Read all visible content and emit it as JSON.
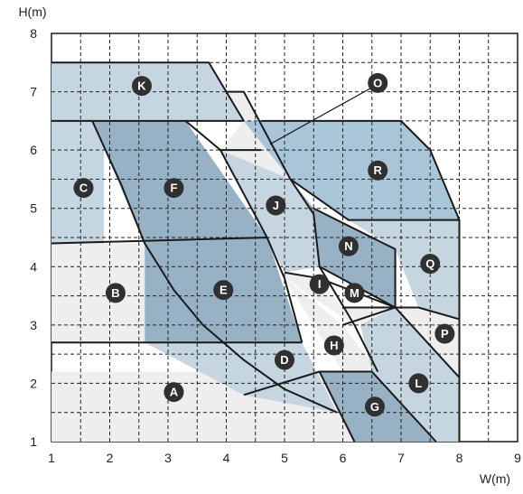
{
  "axes": {
    "x_label": "W(m)",
    "y_label": "H(m)",
    "x_ticks": [
      "1",
      "2",
      "3",
      "4",
      "5",
      "6",
      "7",
      "8",
      "9"
    ],
    "y_ticks": [
      "1",
      "2",
      "3",
      "4",
      "5",
      "6",
      "7",
      "8"
    ]
  },
  "palette": {
    "fill_light": "#eeeeee",
    "fill_mid": "#c5d6e1",
    "fill_dark": "#97b2c5",
    "fill_accent": "#a9c5d8",
    "outline": "#1a1a1a",
    "marker": "#303030"
  },
  "regions": [
    {
      "id": "A",
      "fill": "fill_light",
      "points": [
        [
          1,
          1
        ],
        [
          8,
          1
        ],
        [
          8,
          2.2
        ],
        [
          1,
          2.2
        ]
      ]
    },
    {
      "id": "B",
      "fill": "fill_light",
      "points": [
        [
          1,
          2.7
        ],
        [
          2.6,
          2.7
        ],
        [
          2.6,
          4.4
        ],
        [
          1,
          4.4
        ]
      ]
    },
    {
      "id": "C",
      "fill": "fill_mid",
      "points": [
        [
          1,
          4.4
        ],
        [
          1.9,
          4.4
        ],
        [
          1.9,
          6.5
        ],
        [
          1,
          6.5
        ]
      ]
    },
    {
      "id": "K",
      "fill": "fill_mid",
      "points": [
        [
          1,
          6.5
        ],
        [
          1,
          7.5
        ],
        [
          3.7,
          7.5
        ],
        [
          4.3,
          6.5
        ]
      ]
    },
    {
      "id": "F",
      "fill": "fill_dark",
      "points": [
        [
          1.7,
          6.5
        ],
        [
          3.3,
          6.5
        ],
        [
          4.7,
          4.5
        ],
        [
          2.6,
          4.4
        ]
      ]
    },
    {
      "id": "E",
      "fill": "fill_dark",
      "points": [
        [
          2.6,
          4.4
        ],
        [
          4.7,
          4.5
        ],
        [
          5.3,
          2.7
        ],
        [
          2.6,
          2.7
        ]
      ]
    },
    {
      "id": "D",
      "fill": "fill_mid",
      "points": [
        [
          2.6,
          2.7
        ],
        [
          5.3,
          2.7
        ],
        [
          5.9,
          1.5
        ],
        [
          4.3,
          1.8
        ]
      ]
    },
    {
      "id": "J",
      "fill": "fill_mid",
      "points": [
        [
          3.9,
          6.0
        ],
        [
          5.1,
          5.5
        ],
        [
          5.5,
          4.9
        ],
        [
          5.6,
          4.0
        ],
        [
          5.0,
          3.9
        ],
        [
          4.7,
          4.5
        ]
      ]
    },
    {
      "id": "I",
      "fill": "fill_light",
      "points": [
        [
          5.0,
          3.9
        ],
        [
          5.6,
          3.8
        ],
        [
          6.2,
          3.0
        ],
        [
          5.0,
          3.8
        ]
      ]
    },
    {
      "id": "H",
      "fill": "fill_light",
      "points": [
        [
          5.0,
          3.8
        ],
        [
          6.0,
          3.0
        ],
        [
          6.6,
          2.2
        ],
        [
          6.0,
          2.2
        ]
      ]
    },
    {
      "id": "N",
      "fill": "fill_dark",
      "points": [
        [
          5.1,
          5.5
        ],
        [
          5.5,
          5.0
        ],
        [
          6.9,
          4.3
        ],
        [
          6.9,
          3.3
        ],
        [
          5.6,
          4.0
        ],
        [
          5.5,
          4.9
        ]
      ]
    },
    {
      "id": "M",
      "fill": "fill_light",
      "points": [
        [
          6.0,
          3.3
        ],
        [
          6.9,
          3.3
        ],
        [
          6.3,
          3.0
        ]
      ]
    },
    {
      "id": "O",
      "fill": "fill_light",
      "points": [
        [
          4.0,
          7.0
        ],
        [
          4.3,
          7.0
        ],
        [
          5.1,
          5.5
        ],
        [
          3.9,
          6.0
        ],
        [
          4.3,
          6.5
        ]
      ]
    },
    {
      "id": "R",
      "fill": "fill_accent",
      "points": [
        [
          4.6,
          6.5
        ],
        [
          7.0,
          6.5
        ],
        [
          7.5,
          6.0
        ],
        [
          8.0,
          4.8
        ],
        [
          6.1,
          4.8
        ],
        [
          5.1,
          5.5
        ],
        [
          4.3,
          6.5
        ]
      ]
    },
    {
      "id": "Q",
      "fill": "fill_mid",
      "points": [
        [
          6.1,
          4.8
        ],
        [
          8.0,
          4.8
        ],
        [
          8.0,
          3.1
        ],
        [
          7.3,
          3.3
        ],
        [
          6.9,
          4.3
        ]
      ]
    },
    {
      "id": "P",
      "fill": "fill_light",
      "points": [
        [
          6.9,
          3.3
        ],
        [
          7.3,
          3.3
        ],
        [
          8.0,
          3.1
        ],
        [
          8.0,
          2.1
        ]
      ]
    },
    {
      "id": "L",
      "fill": "fill_mid",
      "points": [
        [
          6.3,
          3.0
        ],
        [
          6.9,
          3.3
        ],
        [
          8.0,
          2.1
        ],
        [
          8.0,
          1.0
        ],
        [
          7.6,
          1.0
        ],
        [
          6.5,
          2.2
        ]
      ]
    },
    {
      "id": "G",
      "fill": "fill_dark",
      "points": [
        [
          5.6,
          2.2
        ],
        [
          6.5,
          2.2
        ],
        [
          7.6,
          1.0
        ],
        [
          6.2,
          1.0
        ]
      ]
    }
  ],
  "boundaries": [
    [
      [
        1,
        7.5
      ],
      [
        3.7,
        7.5
      ],
      [
        4.3,
        6.5
      ]
    ],
    [
      [
        4.0,
        7.0
      ],
      [
        4.3,
        7.0
      ],
      [
        5.1,
        5.5
      ],
      [
        5.5,
        4.9
      ],
      [
        5.6,
        4.0
      ],
      [
        6.2,
        3.0
      ],
      [
        6.6,
        2.2
      ]
    ],
    [
      [
        1,
        6.5
      ],
      [
        4.3,
        6.5
      ]
    ],
    [
      [
        3.3,
        6.5
      ],
      [
        3.9,
        6.0
      ],
      [
        4.7,
        4.5
      ]
    ],
    [
      [
        1.7,
        6.5
      ],
      [
        2.2,
        5.4
      ],
      [
        2.6,
        4.4
      ],
      [
        3.1,
        3.6
      ],
      [
        3.6,
        3.0
      ],
      [
        4.3,
        2.4
      ],
      [
        5.0,
        1.9
      ],
      [
        5.9,
        1.5
      ]
    ],
    [
      [
        1,
        4.4
      ],
      [
        4.7,
        4.5
      ],
      [
        5.0,
        3.8
      ],
      [
        5.3,
        2.7
      ]
    ],
    [
      [
        1,
        2.7
      ],
      [
        5.3,
        2.7
      ]
    ],
    [
      [
        4.6,
        6.5
      ],
      [
        7.0,
        6.5
      ],
      [
        7.5,
        6.0
      ],
      [
        8.0,
        4.8
      ],
      [
        8.0,
        1.0
      ]
    ],
    [
      [
        3.9,
        6.0
      ],
      [
        4.6,
        6.0
      ]
    ],
    [
      [
        5.1,
        5.5
      ],
      [
        6.1,
        4.8
      ],
      [
        8.0,
        4.8
      ]
    ],
    [
      [
        5.5,
        5.0
      ],
      [
        6.9,
        4.3
      ],
      [
        6.9,
        3.3
      ],
      [
        5.6,
        4.0
      ]
    ],
    [
      [
        5.0,
        3.9
      ],
      [
        5.6,
        3.8
      ],
      [
        6.9,
        3.3
      ],
      [
        7.3,
        3.3
      ],
      [
        8.0,
        3.1
      ]
    ],
    [
      [
        6.0,
        3.3
      ],
      [
        6.9,
        3.3
      ]
    ],
    [
      [
        5.6,
        2.2
      ],
      [
        6.5,
        2.2
      ],
      [
        7.6,
        1.0
      ]
    ],
    [
      [
        6.0,
        3.0
      ],
      [
        6.9,
        3.3
      ],
      [
        8.0,
        2.1
      ]
    ],
    [
      [
        4.3,
        1.8
      ],
      [
        5.6,
        2.2
      ],
      [
        6.2,
        1.0
      ]
    ]
  ],
  "markers": [
    {
      "label": "A",
      "x": 3.1,
      "y": 1.85
    },
    {
      "label": "B",
      "x": 2.1,
      "y": 3.55
    },
    {
      "label": "C",
      "x": 1.55,
      "y": 5.35
    },
    {
      "label": "D",
      "x": 5.0,
      "y": 2.4
    },
    {
      "label": "E",
      "x": 3.95,
      "y": 3.6
    },
    {
      "label": "F",
      "x": 3.1,
      "y": 5.35
    },
    {
      "label": "G",
      "x": 6.55,
      "y": 1.6
    },
    {
      "label": "H",
      "x": 5.85,
      "y": 2.65
    },
    {
      "label": "I",
      "x": 5.6,
      "y": 3.7
    },
    {
      "label": "J",
      "x": 4.85,
      "y": 5.05
    },
    {
      "label": "K",
      "x": 2.55,
      "y": 7.1
    },
    {
      "label": "L",
      "x": 7.3,
      "y": 2.0
    },
    {
      "label": "M",
      "x": 6.2,
      "y": 3.55
    },
    {
      "label": "N",
      "x": 6.1,
      "y": 4.35
    },
    {
      "label": "O",
      "x": 6.6,
      "y": 7.15
    },
    {
      "label": "P",
      "x": 7.75,
      "y": 2.85
    },
    {
      "label": "Q",
      "x": 7.5,
      "y": 4.05
    },
    {
      "label": "R",
      "x": 6.6,
      "y": 5.65
    }
  ],
  "leader": {
    "from": [
      6.55,
      7.1
    ],
    "to": [
      4.75,
      6.1
    ]
  }
}
